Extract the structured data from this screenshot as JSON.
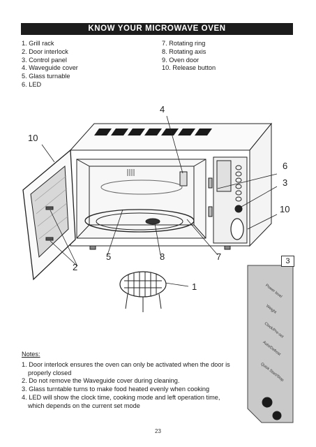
{
  "title": "KNOW YOUR MICROWAVE OVEN",
  "parts_left": [
    "1. Grill rack",
    "2. Door interlock",
    "3. Control panel",
    "4. Waveguide cover",
    "5. Glass turnable",
    "6. LED"
  ],
  "parts_right": [
    "7. Rotating ring",
    "8. Rotating axis",
    "9. Oven door",
    "10. Release button"
  ],
  "callouts": {
    "c4": "4",
    "c10a": "10",
    "c6": "6",
    "c3": "3",
    "c10b": "10",
    "c5": "5",
    "c8": "8",
    "c7": "7",
    "c2": "2",
    "c1": "1"
  },
  "panel_label": "3",
  "panel_buttons": [
    "Power level",
    "Weight",
    "Clock/Pre-set",
    "Auto/Defrost",
    "Quick Start/Stop"
  ],
  "notes": {
    "heading": "Notes:",
    "items": [
      {
        "first": "1. Door interlock ensures the oven can only be activated when the door is",
        "cont": "properly closed"
      },
      {
        "first": "2. Do not remove the Waveguide cover during cleaning.",
        "cont": ""
      },
      {
        "first": "3. Glass turntable turns to make food heated evenly when cooking",
        "cont": ""
      },
      {
        "first": "4. LED will show the clock time, cooking mode and left operation time,",
        "cont": "which depends on the current set mode"
      }
    ]
  },
  "page_number": "23"
}
